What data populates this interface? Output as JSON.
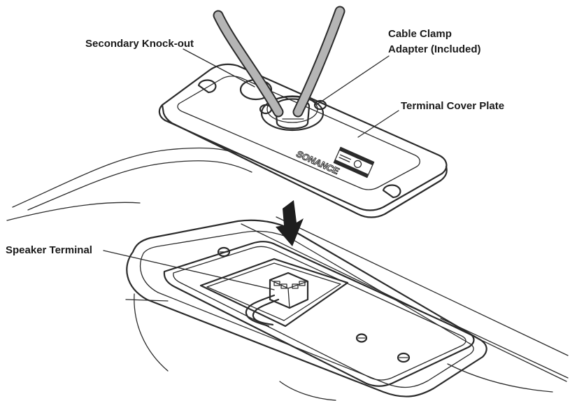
{
  "labels": {
    "secondary_knockout": "Secondary Knock-out",
    "cable_clamp_line1": "Cable Clamp",
    "cable_clamp_line2": "Adapter (Included)",
    "terminal_cover_plate": "Terminal Cover Plate",
    "speaker_terminal": "Speaker Terminal"
  },
  "plate_marking": "SONANCE",
  "colors": {
    "line": "#2b2b2b",
    "cable": "#b5b5b5",
    "plate": "#ffffff",
    "arrow": "#1e1e1e"
  }
}
